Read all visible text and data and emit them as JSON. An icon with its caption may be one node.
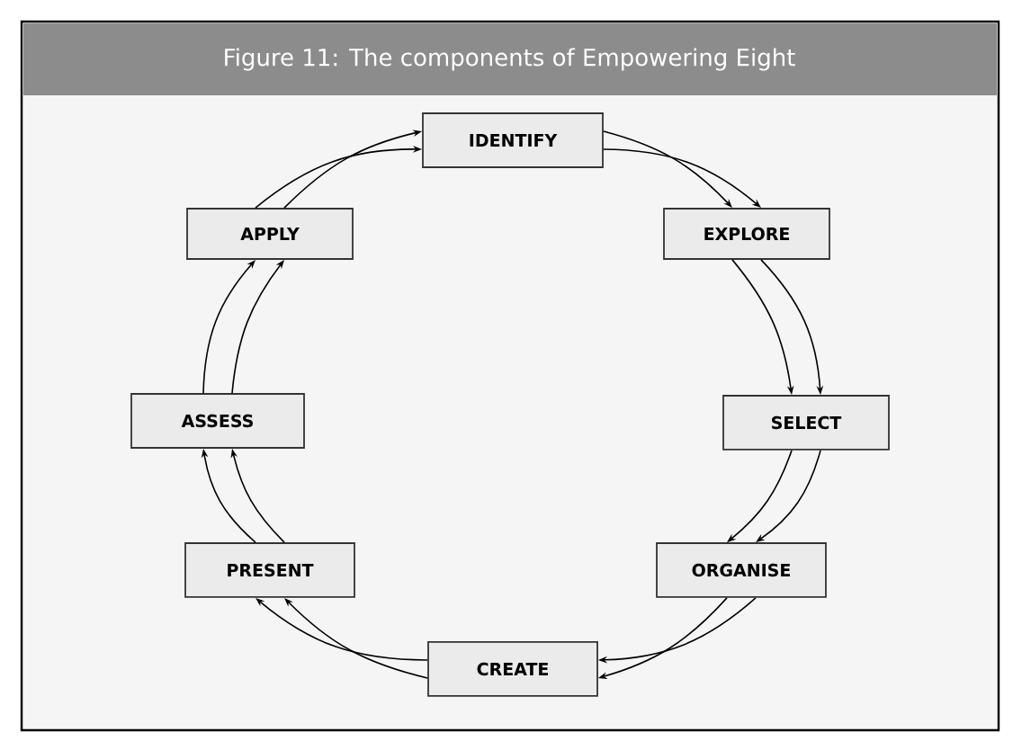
{
  "diagram": {
    "title": "Figure 11: The components of Empowering Eight",
    "nodes": [
      {
        "text": [
          "IDENTIFY"
        ]
      },
      {
        "text": [
          "EXPLORE"
        ]
      },
      {
        "text": [
          "SELECT"
        ]
      },
      {
        "text": [
          "ORGANISE"
        ]
      },
      {
        "text": [
          "CREATE"
        ]
      },
      {
        "text": [
          "PRESENT"
        ]
      },
      {
        "text": [
          "ASSESS"
        ]
      },
      {
        "text": [
          "APPLY"
        ]
      }
    ],
    "edges": [
      {
        "from": 0,
        "to": 1,
        "arrow": "to"
      },
      {
        "from": 0,
        "to": 1,
        "arrow": "to"
      },
      {
        "from": 1,
        "to": 2,
        "arrow": "to"
      },
      {
        "from": 1,
        "to": 2,
        "arrow": "to"
      },
      {
        "from": 2,
        "to": 3,
        "arrow": "to"
      },
      {
        "from": 2,
        "to": 3,
        "arrow": "to"
      },
      {
        "from": 3,
        "to": 4,
        "arrow": "to"
      },
      {
        "from": 3,
        "to": 4,
        "arrow": "to"
      },
      {
        "from": 4,
        "to": 5,
        "arrow": "to"
      },
      {
        "from": 4,
        "to": 5,
        "arrow": "to"
      },
      {
        "from": 5,
        "to": 6,
        "arrow": "to"
      },
      {
        "from": 5,
        "to": 6,
        "arrow": "to"
      },
      {
        "from": 6,
        "to": 7,
        "arrow": "to"
      },
      {
        "from": 6,
        "to": 7,
        "arrow": "to"
      },
      {
        "from": 7,
        "to": 0,
        "arrow": "to"
      },
      {
        "from": 7,
        "to": 0,
        "arrow": "to"
      }
    ]
  }
}
